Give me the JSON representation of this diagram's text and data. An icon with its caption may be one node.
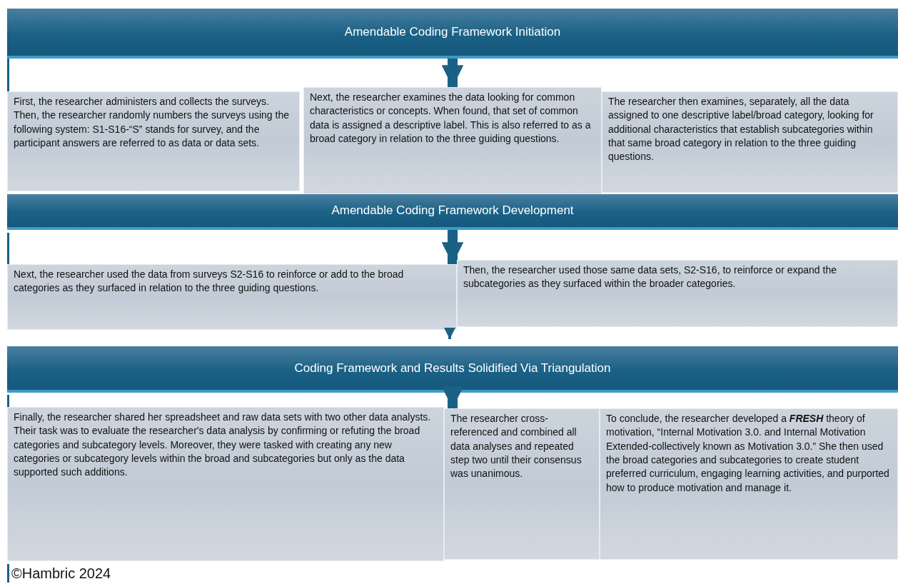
{
  "diagram": {
    "nodes": [
      {
        "text": [
          "Amendable Coding Framework Initiation"
        ]
      },
      {
        "text": [
          "First, the researcher administers and collects the surveys. Then, the researcher randomly numbers the surveys using the following system: S1-S16-“S” stands for survey, and the participant answers are referred to as data or data sets."
        ]
      },
      {
        "text": [
          "Next, the researcher examines the data looking for common characteristics or concepts. When found, that set of common data is assigned a descriptive label. This is also referred to as a broad category in relation to the three guiding questions."
        ]
      },
      {
        "text": [
          "The researcher then examines, separately, all the data assigned to one descriptive label/broad category, looking for additional characteristics that establish subcategories within that same broad category in relation to the three guiding questions."
        ]
      },
      {
        "text": [
          "Amendable Coding Framework Development"
        ]
      },
      {
        "text": [
          "Next, the researcher used the data from surveys S2-S16 to reinforce or add to the broad categories as they surfaced in relation to the three guiding questions."
        ]
      },
      {
        "text": [
          "Then, the researcher used those same data sets, S2-S16, to reinforce or expand the subcategories as they surfaced within the broader categories."
        ]
      },
      {
        "text": [
          "Coding Framework and Results Solidified Via Triangulation"
        ]
      },
      {
        "text": [
          "Finally, the researcher shared her spreadsheet and raw data sets with two other data analysts. Their task was to evaluate the researcher's data analysis by confirming or refuting the broad categories and subcategory levels. Moreover, they were tasked with creating any new categories or subcategory levels within the broad and subcategories but only as the data supported such additions."
        ]
      },
      {
        "text": [
          "The researcher cross-referenced and combined all data analyses and repeated step two until their consensus was unanimous."
        ]
      },
      {
        "text": [
          "To conclude, the researcher developed a **FRESH** theory of motivation, “Internal Motivation 3.0. and Internal Motivation Extended-collectively known as Motivation 3.0.” She then used the broad categories and subcategories to create student preferred curriculum, engaging learning activities, and purported how to produce motivation and manage it."
        ]
      }
    ],
    "edges": [
      {
        "from": 0,
        "to": 2,
        "arrow": "to"
      },
      {
        "from": 4,
        "to": 5,
        "arrow": "to"
      },
      {
        "from": 5,
        "to": 7,
        "arrow": "to"
      },
      {
        "from": 7,
        "to": 9,
        "arrow": "to"
      }
    ],
    "labels": [
      "©Hambric 2024"
    ]
  }
}
